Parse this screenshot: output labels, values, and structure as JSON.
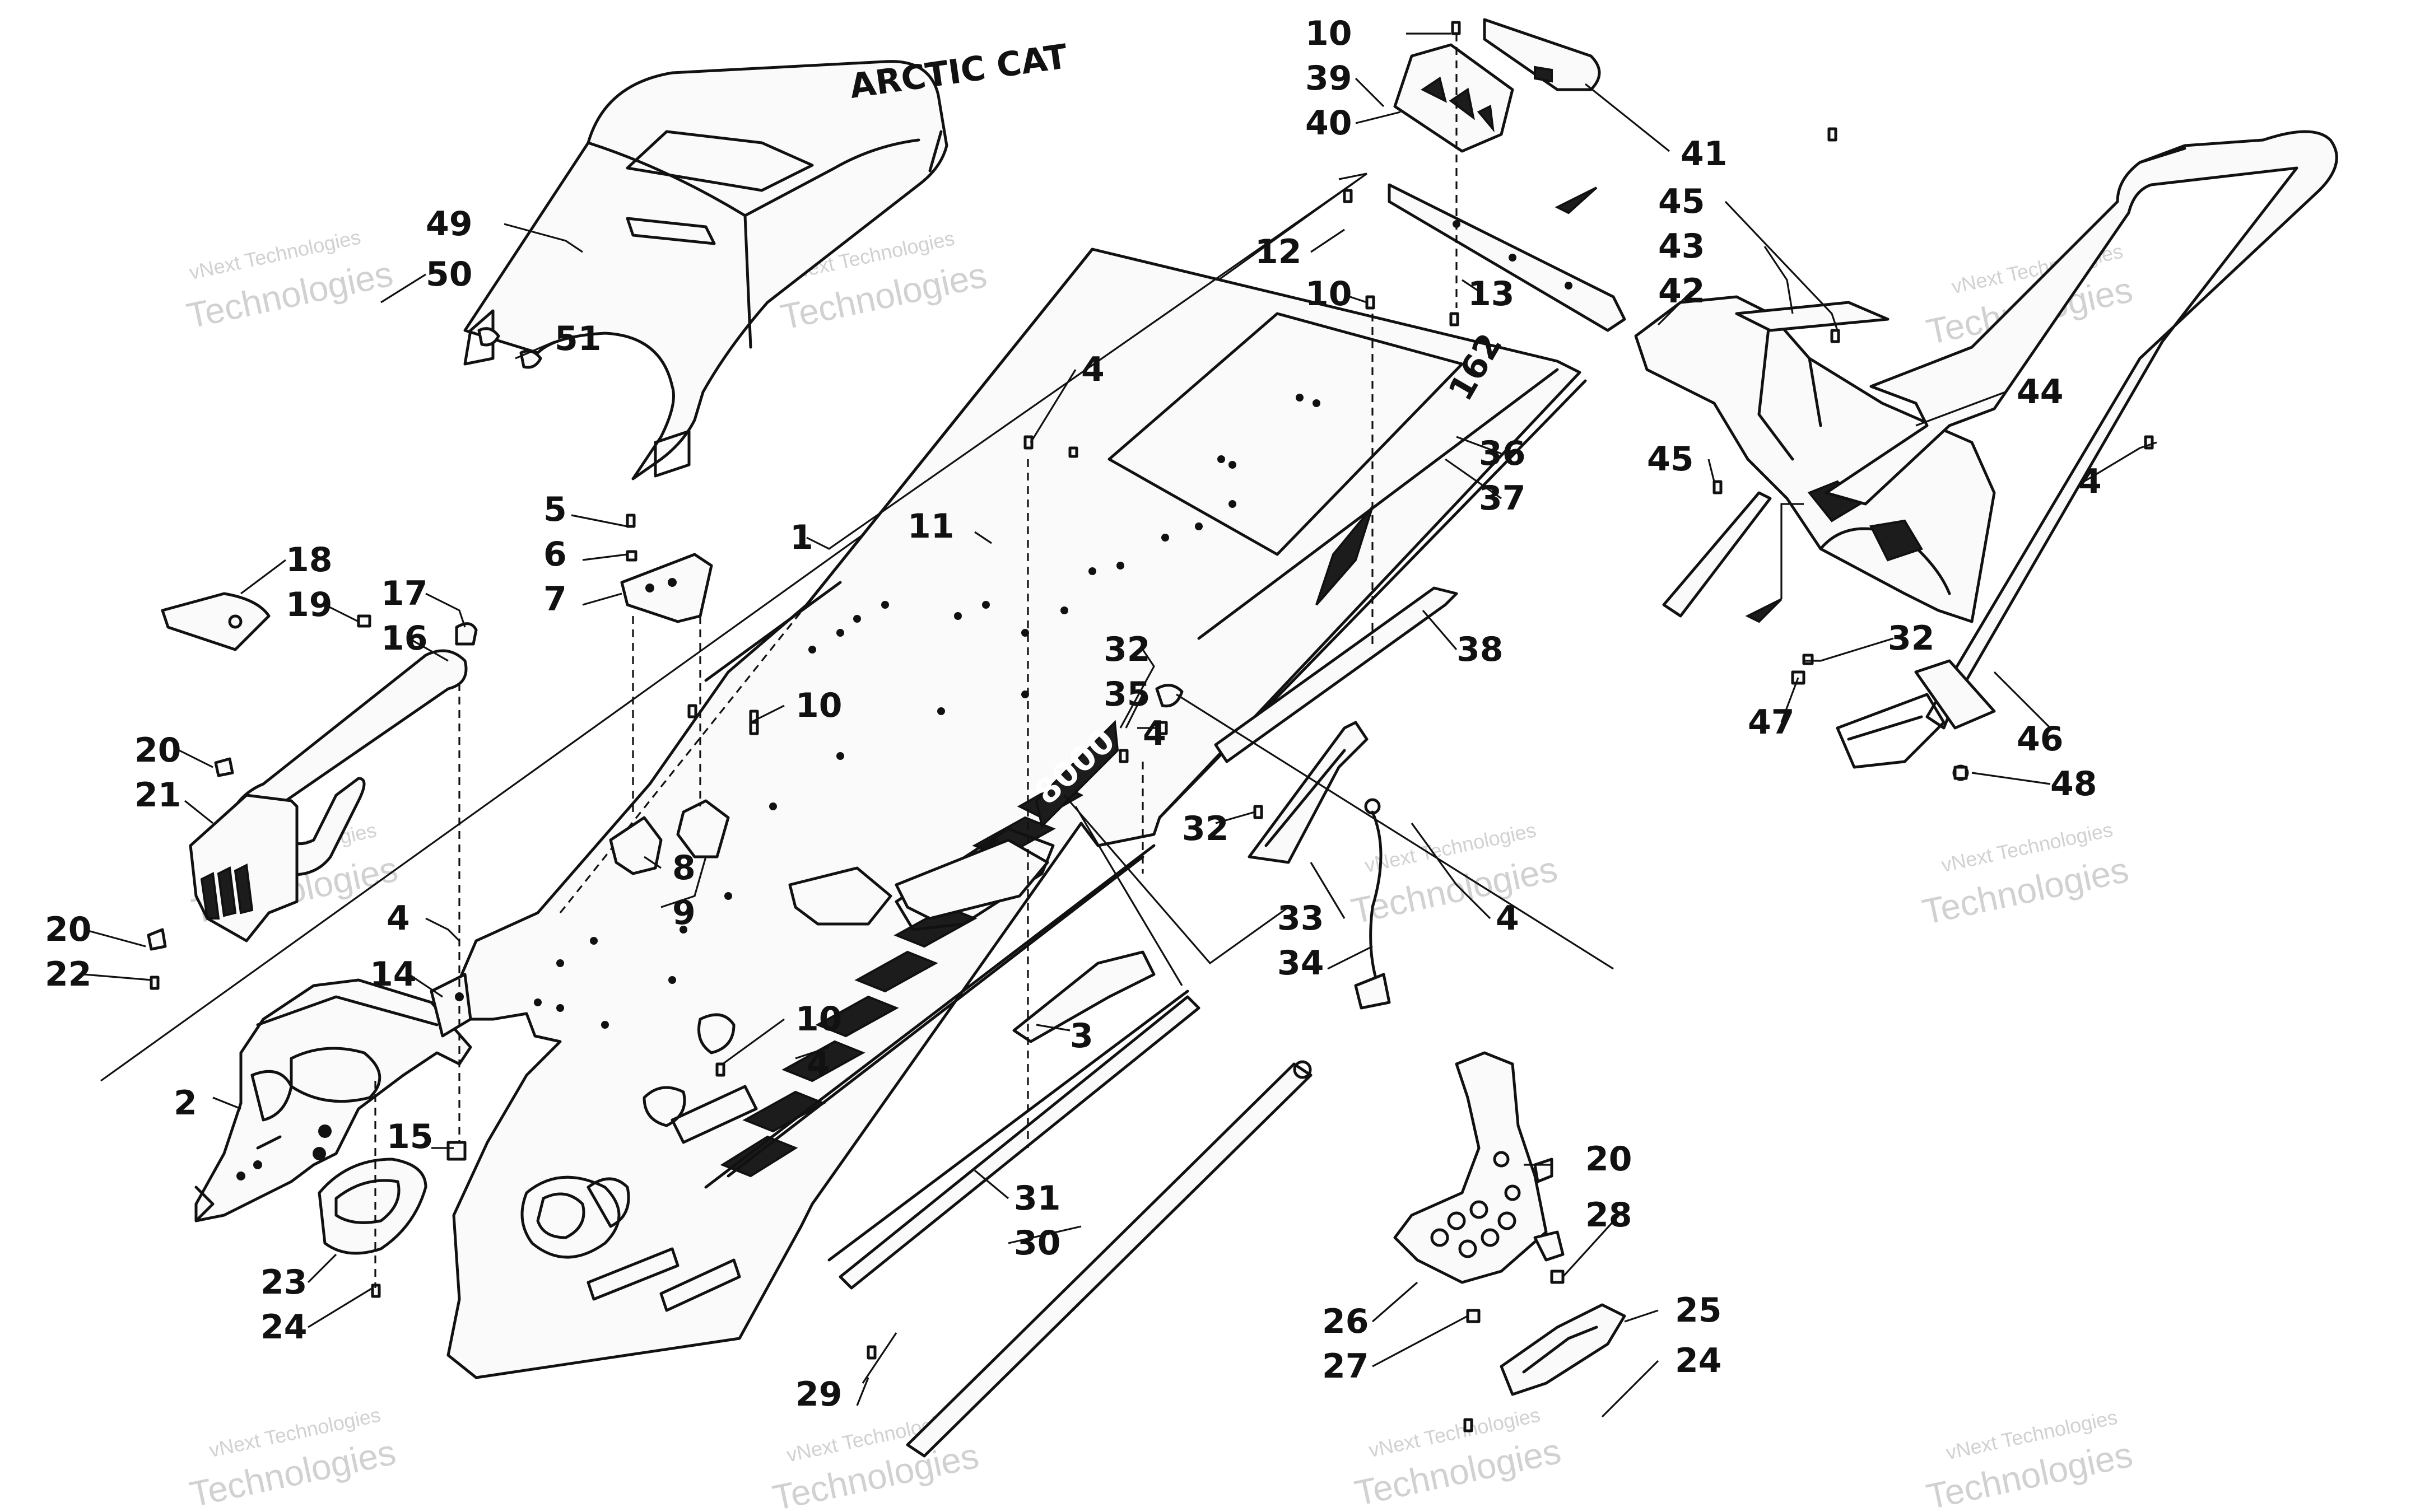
{
  "watermark": {
    "line1": "vNext Technologies",
    "line2": "Technologies"
  },
  "seat_logo": "ARCTIC CAT",
  "tunnel_model_text": "162",
  "tunnel_decal_text": "8000",
  "callouts": {
    "c1": "1",
    "c2": "2",
    "c3": "3",
    "c4": "4",
    "c5": "5",
    "c6": "6",
    "c7": "7",
    "c8": "8",
    "c9": "9",
    "c10": "10",
    "c11": "11",
    "c12": "12",
    "c13": "13",
    "c14": "14",
    "c15": "15",
    "c16": "16",
    "c17": "17",
    "c18": "18",
    "c19": "19",
    "c20": "20",
    "c21": "21",
    "c22": "22",
    "c23": "23",
    "c24": "24",
    "c25": "25",
    "c26": "26",
    "c27": "27",
    "c28": "28",
    "c29": "29",
    "c30": "30",
    "c31": "31",
    "c32": "32",
    "c33": "33",
    "c34": "34",
    "c35": "35",
    "c36": "36",
    "c37": "37",
    "c38": "38",
    "c39": "39",
    "c40": "40",
    "c41": "41",
    "c42": "42",
    "c43": "43",
    "c44": "44",
    "c45": "45",
    "c46": "46",
    "c47": "47",
    "c48": "48",
    "c49": "49",
    "c50": "50",
    "c51": "51"
  }
}
